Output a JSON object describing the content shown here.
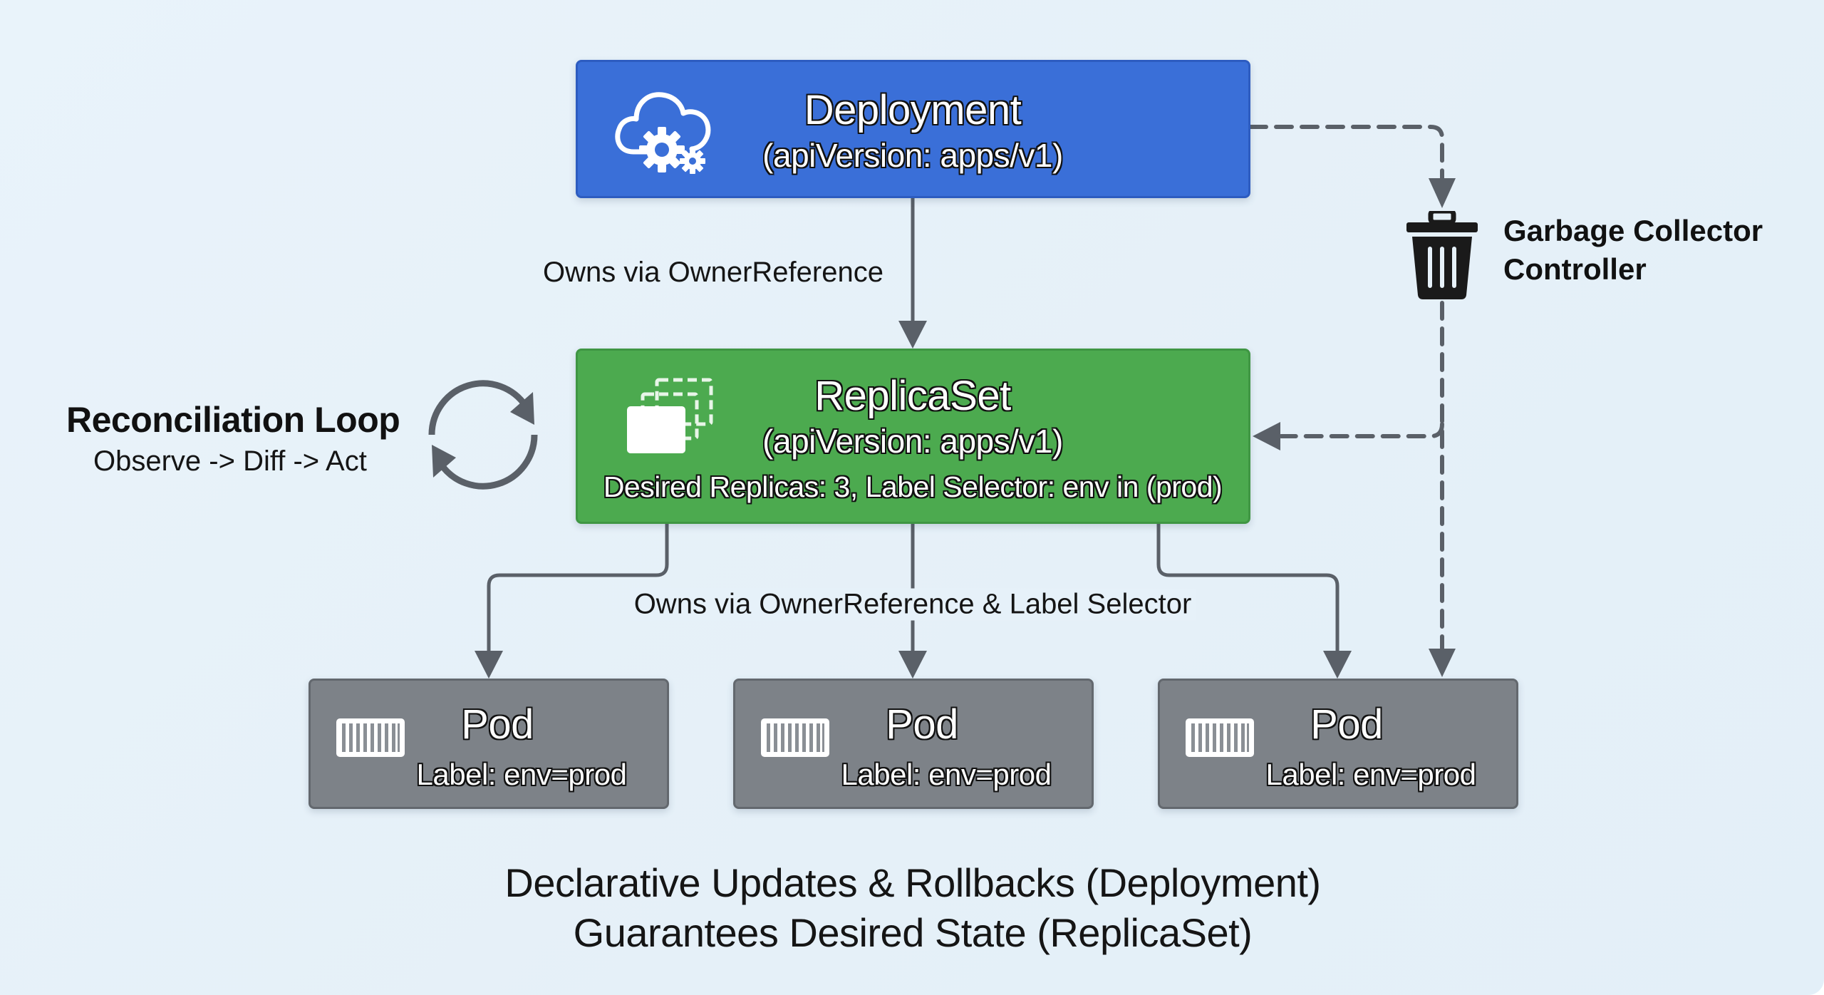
{
  "deployment": {
    "title": "Deployment",
    "api_version": "(apiVersion: apps/v1)",
    "icon": "cloud-gears-icon",
    "color": "#3a6fd8"
  },
  "replicaset": {
    "title": "ReplicaSet",
    "api_version": "(apiVersion: apps/v1)",
    "spec": "Desired Replicas: 3, Label Selector: env in (prod)",
    "icon": "stacked-replicas-icon",
    "color": "#4caa4f"
  },
  "pods": [
    {
      "title": "Pod",
      "label": "Label: env=prod",
      "icon": "container-icon"
    },
    {
      "title": "Pod",
      "label": "Label: env=prod",
      "icon": "container-icon"
    },
    {
      "title": "Pod",
      "label": "Label: env=prod",
      "icon": "container-icon"
    }
  ],
  "pod_color": "#7d8288",
  "edges": {
    "deployment_to_replicaset": "Owns via OwnerReference",
    "replicaset_to_pods": "Owns via OwnerReference & Label Selector"
  },
  "garbage_collector": {
    "line1": "Garbage Collector",
    "line2": "Controller",
    "icon": "trash-icon"
  },
  "reconciliation": {
    "title": "Reconciliation Loop",
    "subtitle": "Observe -> Diff -> Act",
    "icon": "cycle-arrows-icon"
  },
  "footer": {
    "line1": "Declarative Updates & Rollbacks (Deployment)",
    "line2": "Guarantees Desired State (ReplicaSet)"
  },
  "colors": {
    "background": "#e6f1f9",
    "connector": "#5a6068",
    "text": "#151515"
  }
}
